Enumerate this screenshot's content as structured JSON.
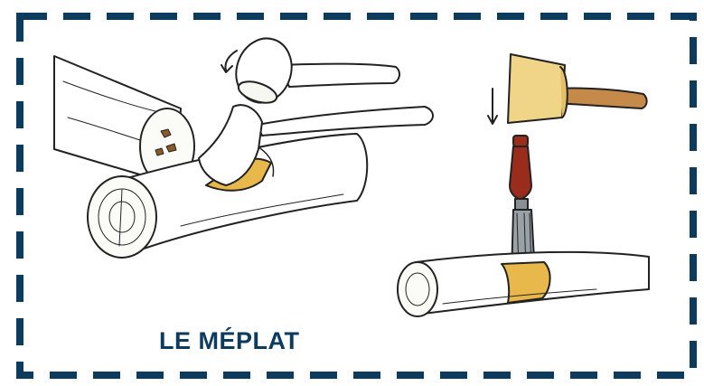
{
  "caption": "LE MÉPLAT",
  "colors": {
    "frame": "#0d3b5e",
    "caption": "#0d3b5e",
    "ink": "#222222",
    "wood_face": "#e8b84a",
    "mallet_head": "#f0d488",
    "handle": "#c58a4a",
    "chisel_handle": "#9a2c1c",
    "steel": "#9aa2a8"
  },
  "illustrations": [
    {
      "name": "log-halving-joint-with-axe-and-mallet",
      "icons": [
        "log-icon",
        "axe-icon",
        "mallet-icon",
        "arrow-down-icon"
      ]
    },
    {
      "name": "log-notch-with-chisel-and-mallet",
      "icons": [
        "log-icon",
        "chisel-icon",
        "mallet-icon",
        "arrow-down-icon"
      ]
    }
  ]
}
